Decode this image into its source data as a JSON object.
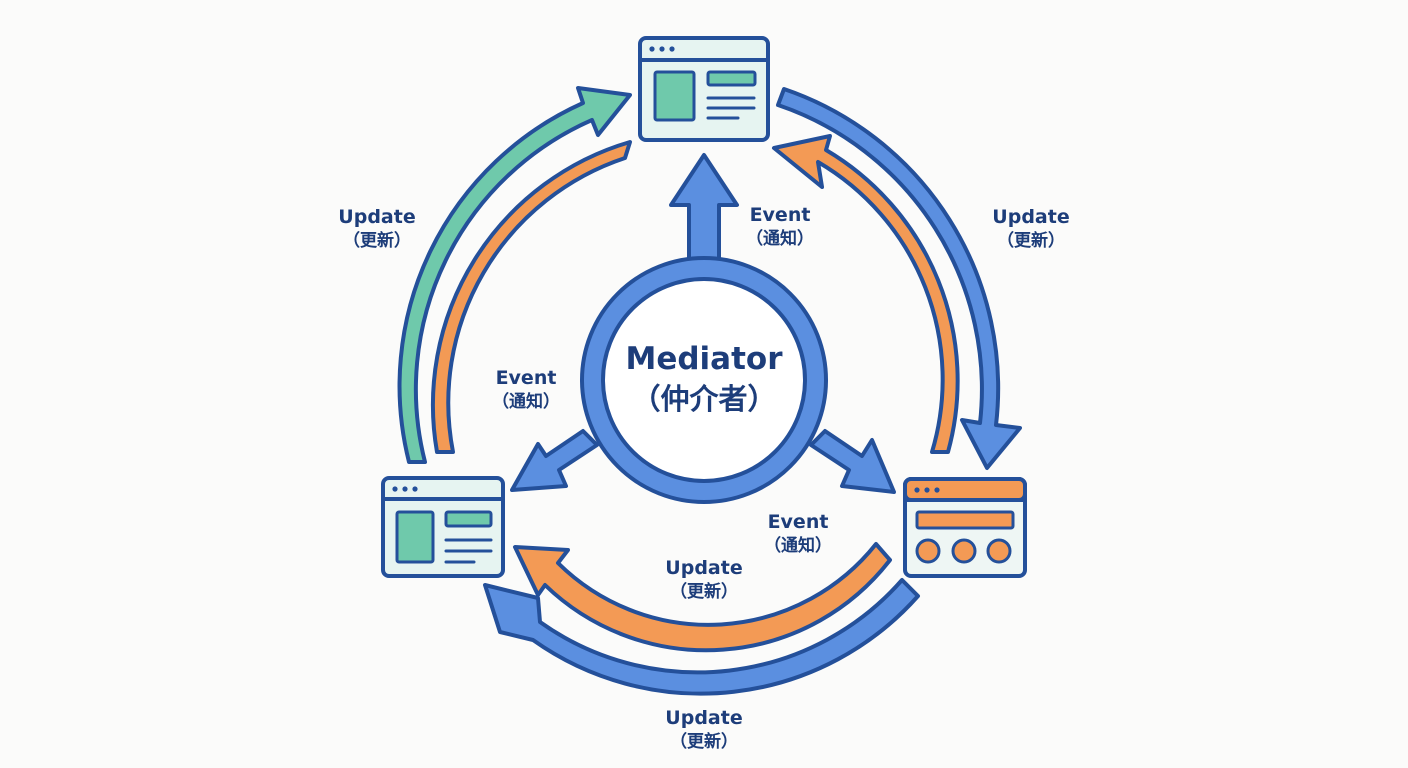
{
  "mediator": {
    "name": "Mediator",
    "name_cn": "（仲介者）"
  },
  "labels": {
    "update_left": {
      "en": "Update",
      "cn": "（更新）"
    },
    "update_right": {
      "en": "Update",
      "cn": "（更新）"
    },
    "update_bottom_in": {
      "en": "Update",
      "cn": "（更新）"
    },
    "update_bottom_out": {
      "en": "Update",
      "cn": "（更新）"
    },
    "event_top": {
      "en": "Event",
      "cn": "（通知）"
    },
    "event_left": {
      "en": "Event",
      "cn": "（通知）"
    },
    "event_right": {
      "en": "Event",
      "cn": "（通知）"
    }
  },
  "colors": {
    "navy": "#24509a",
    "blue": "#5b8fe0",
    "orange": "#f39a55",
    "teal": "#6fc9ab",
    "panel": "#e6f4f1",
    "panel_orange": "#eef6f4"
  },
  "components": [
    {
      "name": "top-window",
      "icon": "browser-window-icon",
      "accent": "teal"
    },
    {
      "name": "left-window",
      "icon": "browser-window-icon",
      "accent": "teal"
    },
    {
      "name": "right-window",
      "icon": "control-panel-icon",
      "accent": "orange"
    }
  ]
}
